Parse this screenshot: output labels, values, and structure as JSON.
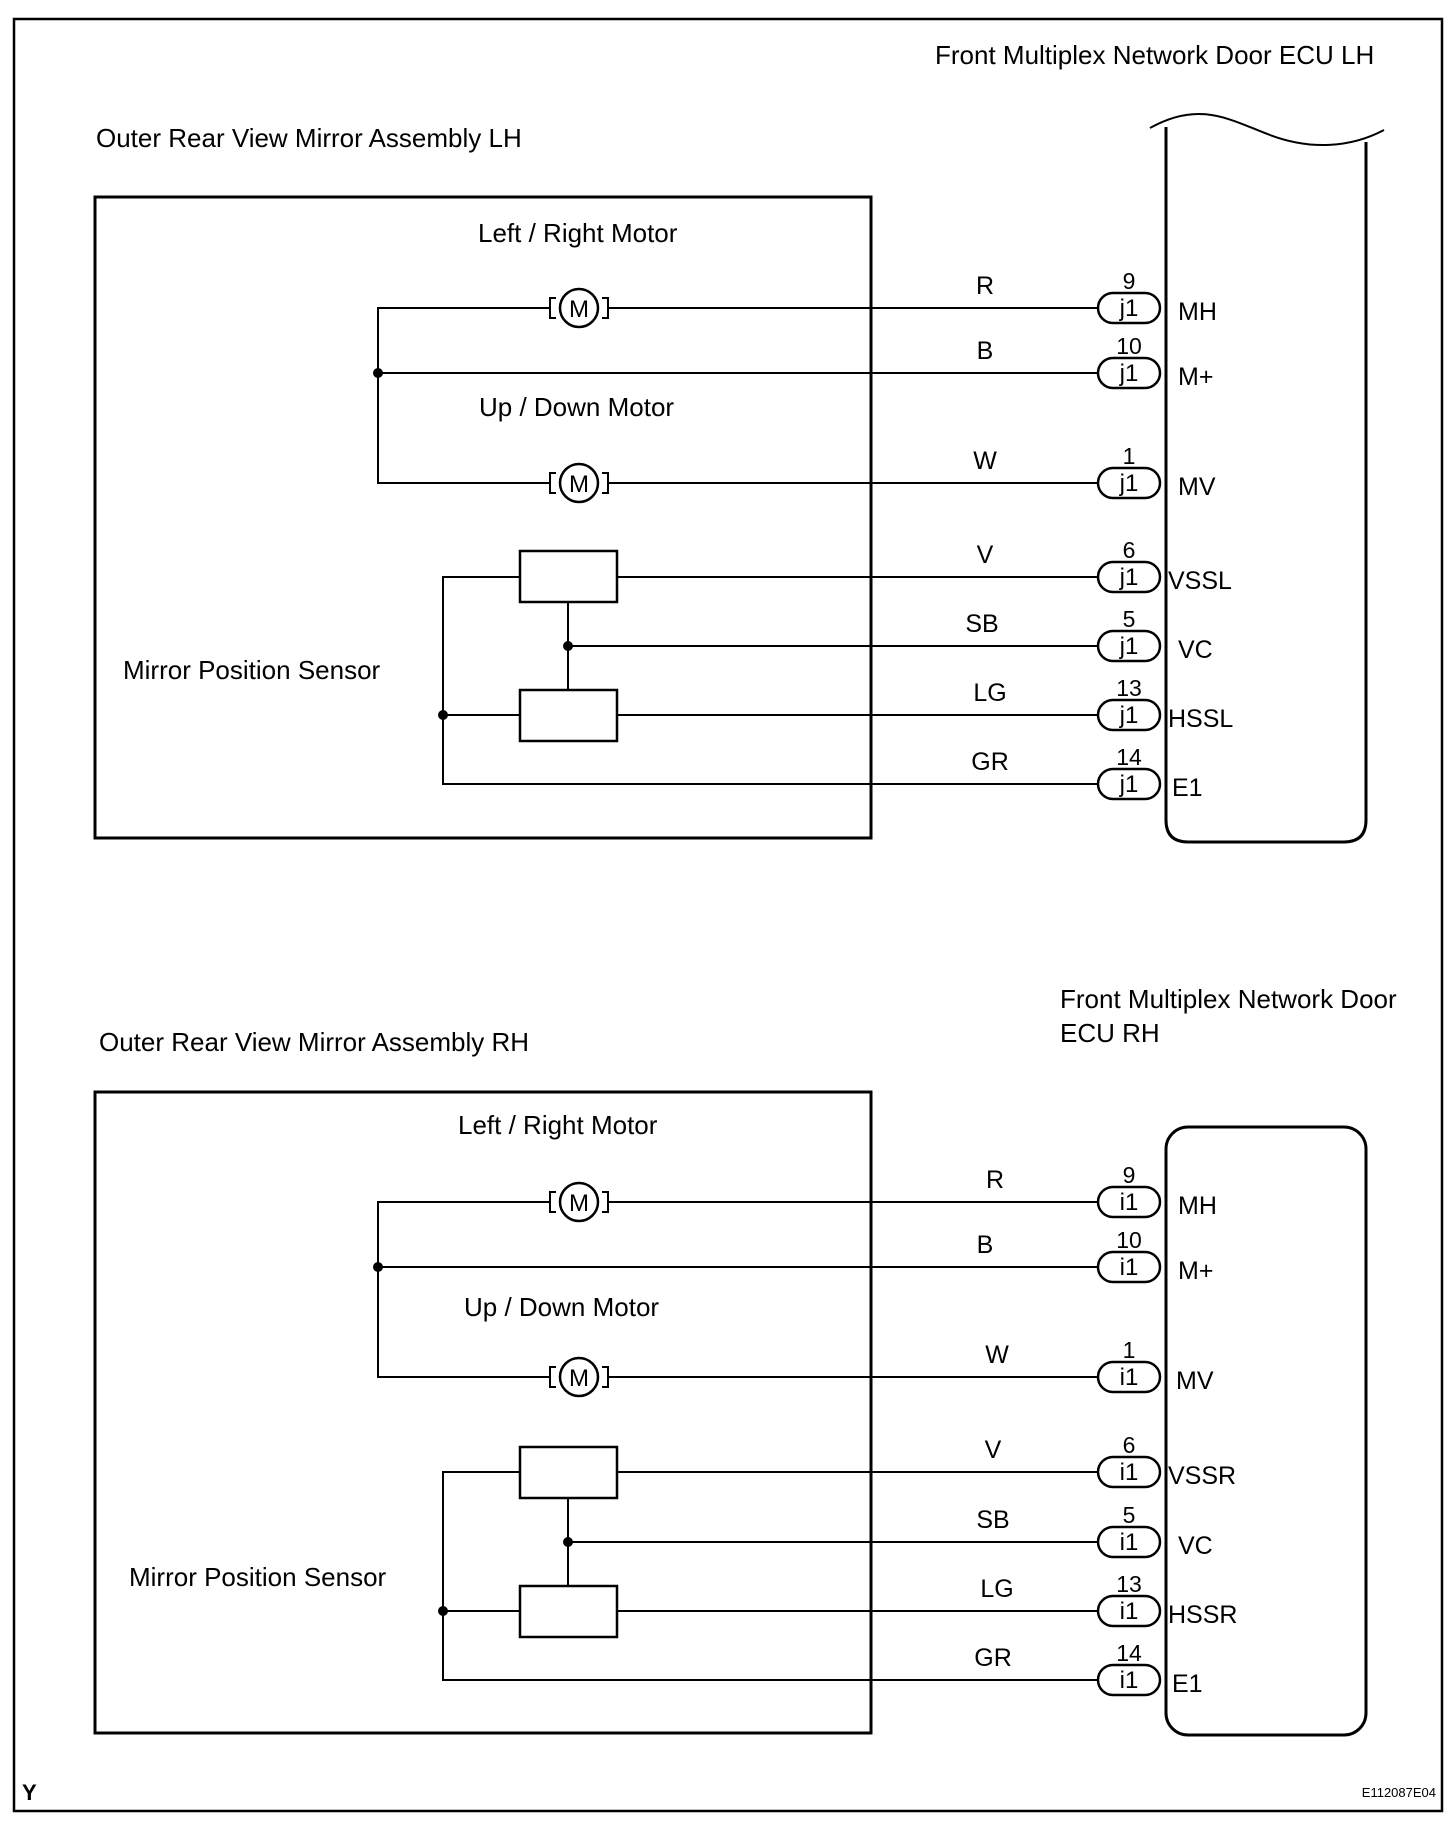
{
  "lh": {
    "ecu_title": "Front Multiplex Network Door ECU LH",
    "assembly_title": "Outer Rear View Mirror Assembly LH",
    "lr_motor_label": "Left  / Right Motor",
    "ud_motor_label": "Up / Down Motor",
    "sensor_label": "Mirror Position Sensor",
    "motor_symbol": "M",
    "connector": "j1",
    "wires": [
      {
        "pin": "9",
        "color": "R",
        "signal": "MH"
      },
      {
        "pin": "10",
        "color": "B",
        "signal": "M+"
      },
      {
        "pin": "1",
        "color": "W",
        "signal": "MV"
      },
      {
        "pin": "6",
        "color": "V",
        "signal": "VSSL"
      },
      {
        "pin": "5",
        "color": "SB",
        "signal": "VC"
      },
      {
        "pin": "13",
        "color": "LG",
        "signal": "HSSL"
      },
      {
        "pin": "14",
        "color": "GR",
        "signal": "E1"
      }
    ]
  },
  "rh": {
    "ecu_title_line1": "Front Multiplex Network Door",
    "ecu_title_line2": "ECU RH",
    "assembly_title": "Outer Rear View Mirror Assembly RH",
    "lr_motor_label": "Left / Right Motor",
    "ud_motor_label": "Up / Down Motor",
    "sensor_label": "Mirror Position Sensor",
    "motor_symbol": "M",
    "connector": "i1",
    "wires": [
      {
        "pin": "9",
        "color": "R",
        "signal": "MH"
      },
      {
        "pin": "10",
        "color": "B",
        "signal": "M+"
      },
      {
        "pin": "1",
        "color": "W",
        "signal": "MV"
      },
      {
        "pin": "6",
        "color": "V",
        "signal": "VSSR"
      },
      {
        "pin": "5",
        "color": "SB",
        "signal": "VC"
      },
      {
        "pin": "13",
        "color": "LG",
        "signal": "HSSR"
      },
      {
        "pin": "14",
        "color": "GR",
        "signal": "E1"
      }
    ]
  },
  "footer": {
    "corner_letter": "Y",
    "figure_code": "E112087E04"
  }
}
